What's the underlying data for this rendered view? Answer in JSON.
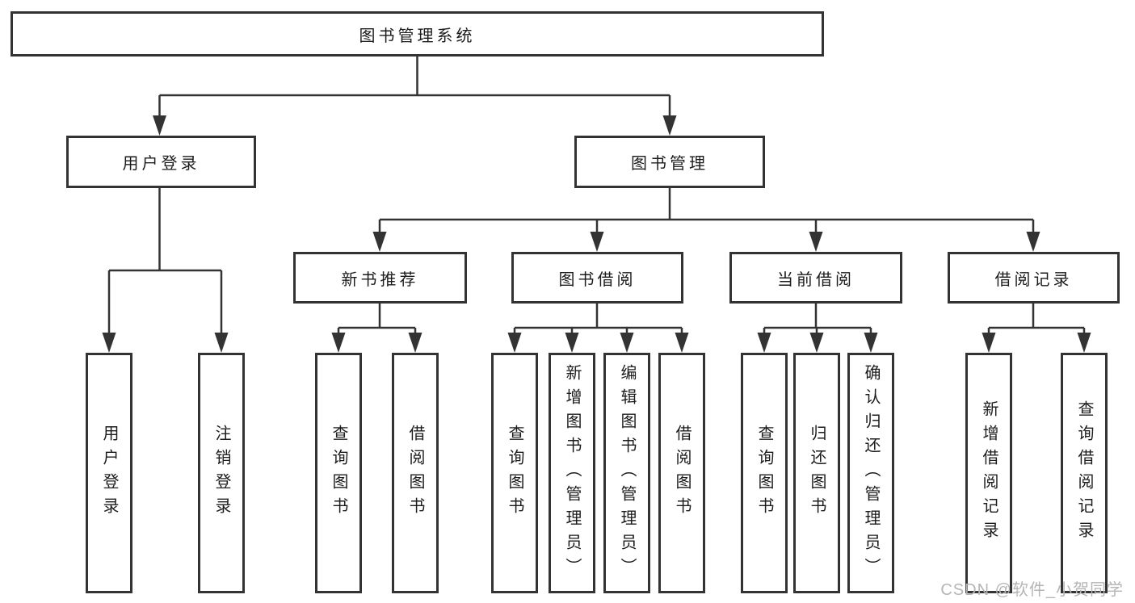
{
  "diagram": {
    "type": "tree",
    "root": {
      "label": "图书管理系统",
      "children": [
        {
          "label": "用户登录",
          "children": [
            {
              "label": "用户登录"
            },
            {
              "label": "注销登录"
            }
          ]
        },
        {
          "label": "图书管理",
          "children": [
            {
              "label": "新书推荐",
              "children": [
                {
                  "label": "查询图书"
                },
                {
                  "label": "借阅图书"
                }
              ]
            },
            {
              "label": "图书借阅",
              "children": [
                {
                  "label": "查询图书"
                },
                {
                  "label": "新增图书（管理员）"
                },
                {
                  "label": "编辑图书（管理员）"
                },
                {
                  "label": "借阅图书"
                }
              ]
            },
            {
              "label": "当前借阅",
              "children": [
                {
                  "label": "查询图书"
                },
                {
                  "label": "归还图书"
                },
                {
                  "label": "确认归还（管理员）"
                }
              ]
            },
            {
              "label": "借阅记录",
              "children": [
                {
                  "label": "新增借阅记录"
                },
                {
                  "label": "查询借阅记录"
                }
              ]
            }
          ]
        }
      ]
    },
    "colors": {
      "line": "#333333",
      "box_border": "#333333",
      "text": "#1c1c1c",
      "watermark": "#b5b5b5",
      "background": "#ffffff"
    }
  },
  "watermark": "CSDN @软件_小贺同学"
}
